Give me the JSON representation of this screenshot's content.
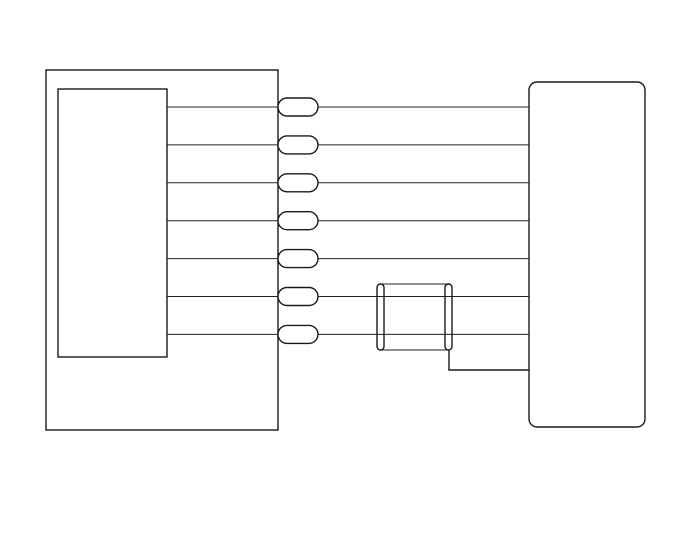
{
  "diagram": {
    "colors": {
      "stroke": "#1a1a1a",
      "wire": "#222222",
      "background": "#ffffff"
    },
    "left_unit": {
      "inner_module": {}
    },
    "right_unit": {},
    "wire_count": 7,
    "shielded_pair": {
      "wires": [
        6,
        7
      ],
      "has_drain_wire": true
    }
  }
}
